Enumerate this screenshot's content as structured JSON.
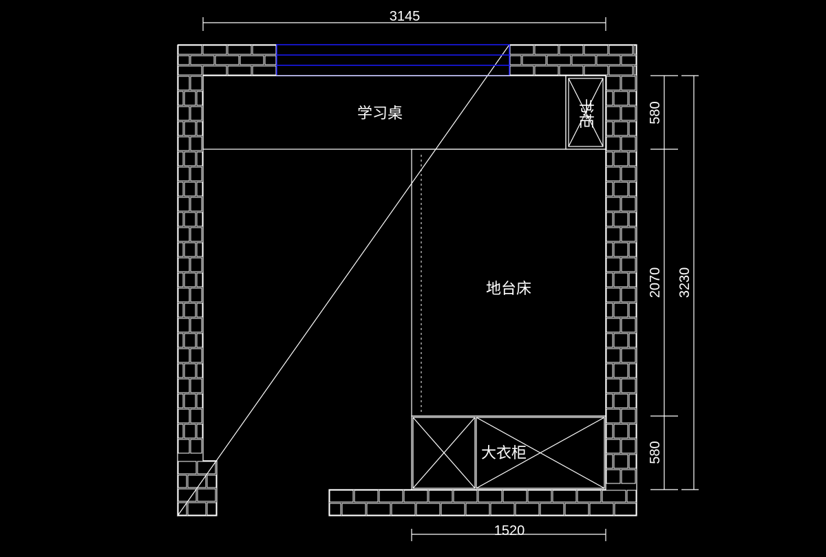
{
  "labels": {
    "desk": "学习桌",
    "bed": "地台床",
    "wardrobe": "大衣柜",
    "cabinet": "书柜"
  },
  "dimensions": {
    "top_width": "3145",
    "bottom_width": "1520",
    "right_segment_top": "580",
    "right_segment_middle": "2070",
    "right_segment_bottom": "580",
    "right_total": "3230"
  },
  "colors": {
    "background": "#000000",
    "line": "#ffffff",
    "window": "#1a1aff"
  }
}
